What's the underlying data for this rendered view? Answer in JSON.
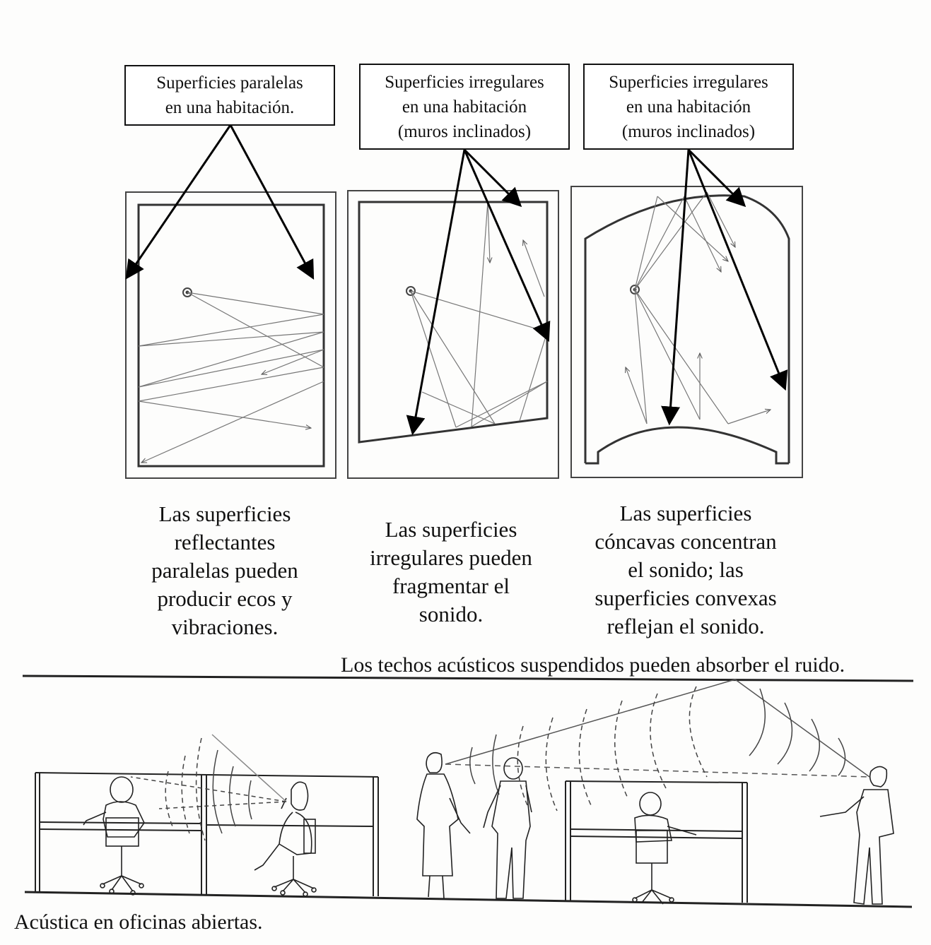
{
  "labels": {
    "parallel": "Superficies paralelas\nen una habitación.",
    "irregular_1": "Superficies irregulares\nen una habitación\n(muros inclinados)",
    "irregular_2": "Superficies irregulares\nen una habitación\n(muros inclinados)"
  },
  "captions": {
    "parallel": "Las superficies\nreflectantes\nparalelas pueden\nproducir ecos y\nvibraciones.",
    "irregular": "Las superficies\nirregulares pueden\nfragmentar el\nsonido.",
    "concave_convex": "Las superficies\ncóncavas concentran\nel sonido; las\nsuperficies convexas\nreflejan el sonido."
  },
  "ceiling_note": "Los techos acústicos suspendidos pueden absorber el ruido.",
  "footer_caption": "Acústica en oficinas abiertas."
}
